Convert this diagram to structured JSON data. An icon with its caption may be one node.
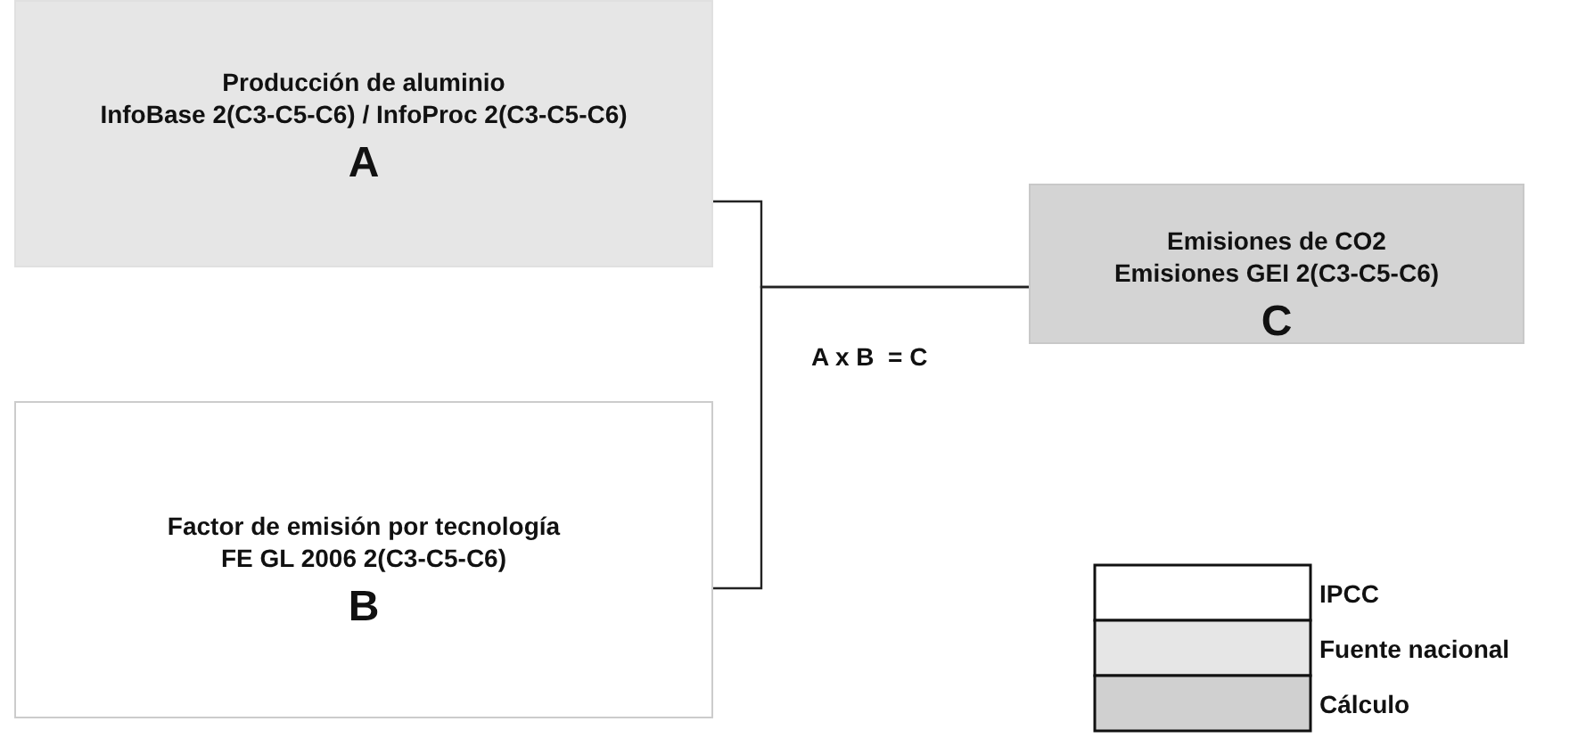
{
  "diagram": {
    "nodes": [
      {
        "text": [
          "Producción de aluminio",
          "InfoBase 2(C3-C5-C6) / InfoProc 2(C3-C5-C6)",
          "A"
        ]
      },
      {
        "text": [
          "Factor de emisión por tecnología",
          "FE GL 2006  2(C3-C5-C6)",
          "B"
        ]
      },
      {
        "text": [
          "Emisiones de CO2",
          "Emisiones GEI 2(C3-C5-C6)",
          "C"
        ]
      }
    ],
    "edges": [
      {
        "from": 0,
        "to": 2,
        "arrow": "none"
      },
      {
        "from": 1,
        "to": 2,
        "arrow": "none"
      }
    ],
    "labels": [
      "A x B  = C"
    ],
    "legend": [
      {
        "text": "IPCC",
        "color": "#ffffff"
      },
      {
        "text": "Fuente nacional",
        "color": "#e6e6e6"
      },
      {
        "text": "Cálculo",
        "color": "#d0d0d0"
      }
    ]
  }
}
